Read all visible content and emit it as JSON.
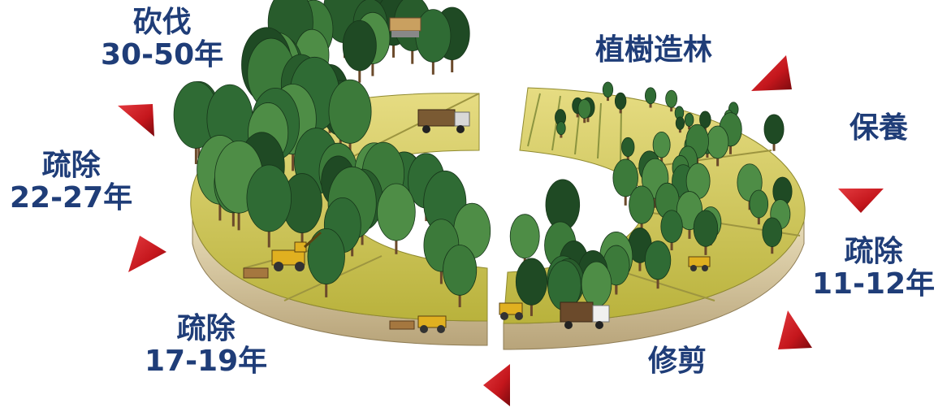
{
  "stages": [
    {
      "id": "planting",
      "title": "植樹造林",
      "years": ""
    },
    {
      "id": "maintenance",
      "title": "保養",
      "years": ""
    },
    {
      "id": "thinning-1",
      "title": "疏除",
      "years": "11-12年"
    },
    {
      "id": "pruning",
      "title": "修剪",
      "years": ""
    },
    {
      "id": "thinning-2",
      "title": "疏除",
      "years": "17-19年"
    },
    {
      "id": "thinning-3",
      "title": "疏除",
      "years": "22-27年"
    },
    {
      "id": "harvest",
      "title": "砍伐",
      "years": "30-50年"
    }
  ],
  "colors": {
    "label_text": "#1f3d78",
    "arrow_red": "#c4161c",
    "arrow_dark": "#7a0a0e",
    "grass": "#c9c24a",
    "grass_light": "#e3d97a",
    "soil_edge": "#d9c9a0",
    "tree_dark": "#1f4a24",
    "tree_mid": "#2f6b34",
    "tree_light": "#4e8d46",
    "trunk": "#6b4a2b",
    "machine": "#e0b020"
  },
  "icons": [
    "red-triangle-arrow-icon",
    "tree-icon",
    "tractor-icon",
    "truck-icon",
    "log-pile-icon"
  ]
}
